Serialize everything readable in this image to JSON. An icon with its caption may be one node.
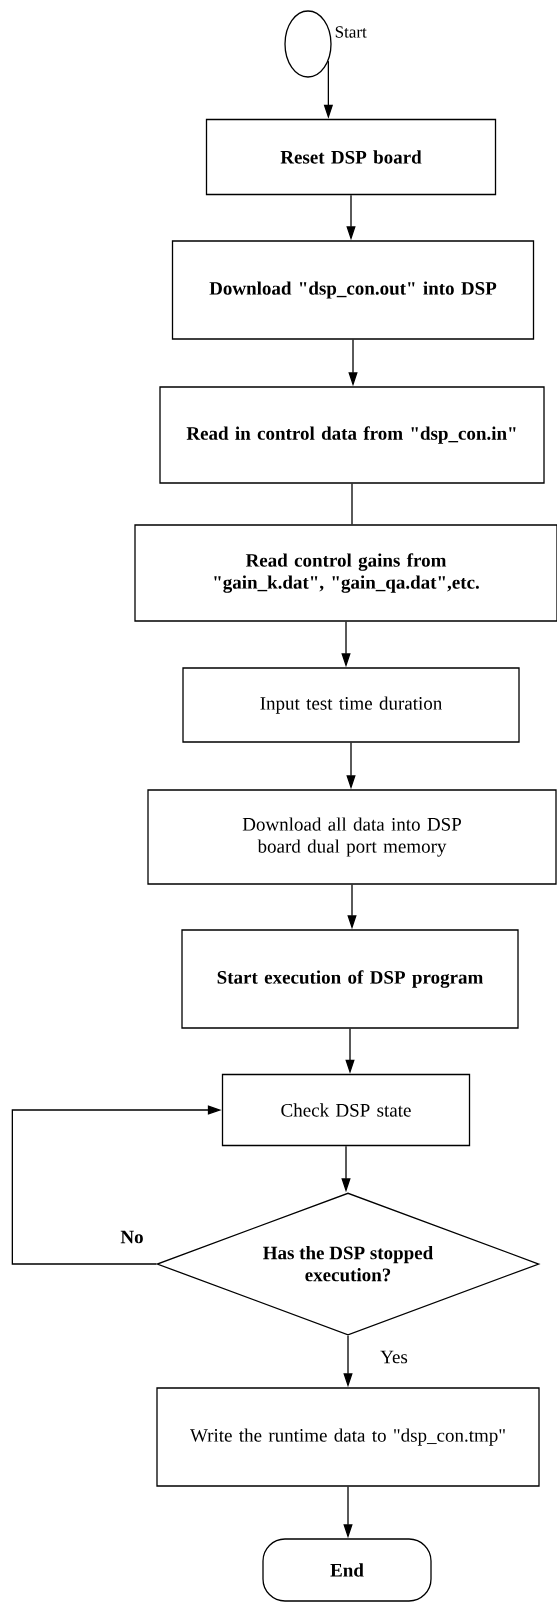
{
  "diagram": {
    "nodes": [
      {
        "text": [
          "Start"
        ]
      },
      {
        "text": [
          "Reset DSP board"
        ]
      },
      {
        "text": [
          "Download \"dsp_con.out\" into DSP"
        ]
      },
      {
        "text": [
          "Read in control data from \"dsp_con.in\""
        ]
      },
      {
        "text": [
          "Read control gains from \"gain_k.dat\", \"gain_qa.dat\",etc."
        ]
      },
      {
        "text": [
          "Input test time duration"
        ]
      },
      {
        "text": [
          "Download all data into DSP board dual port memory"
        ]
      },
      {
        "text": [
          "Start execution of DSP program"
        ]
      },
      {
        "text": [
          "Check DSP state"
        ]
      },
      {
        "text": [
          "Has the DSP stopped execution?"
        ]
      },
      {
        "text": [
          "Write the runtime data to \"dsp_con.tmp\""
        ]
      },
      {
        "text": [
          "End"
        ]
      }
    ],
    "edges": [
      {
        "from": 0,
        "to": 1,
        "arrow": "to"
      },
      {
        "from": 1,
        "to": 2,
        "arrow": "to"
      },
      {
        "from": 2,
        "to": 3,
        "arrow": "to"
      },
      {
        "from": 3,
        "to": 4,
        "arrow": "none"
      },
      {
        "from": 4,
        "to": 5,
        "arrow": "to"
      },
      {
        "from": 5,
        "to": 6,
        "arrow": "to"
      },
      {
        "from": 6,
        "to": 7,
        "arrow": "to"
      },
      {
        "from": 7,
        "to": 8,
        "arrow": "to"
      },
      {
        "from": 8,
        "to": 9,
        "arrow": "to"
      },
      {
        "from": 9,
        "to": 8,
        "arrow": "to",
        "label": "No"
      },
      {
        "from": 9,
        "to": 10,
        "arrow": "to",
        "label": "Yes"
      },
      {
        "from": 10,
        "to": 11,
        "arrow": "to"
      }
    ]
  }
}
